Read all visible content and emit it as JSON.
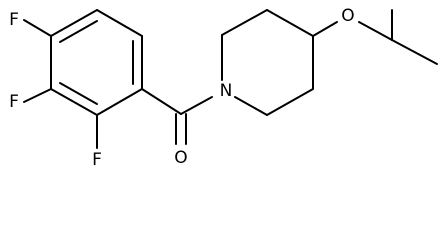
{
  "molecule": {
    "atoms": {
      "f_top": "F",
      "f_middle": "F",
      "f_bottom": "F",
      "o_carbonyl": "O",
      "n_piperidine": "N",
      "o_ether": "O"
    },
    "colors": {
      "bond": "#000000",
      "label": "#000000",
      "background": "#ffffff"
    }
  }
}
